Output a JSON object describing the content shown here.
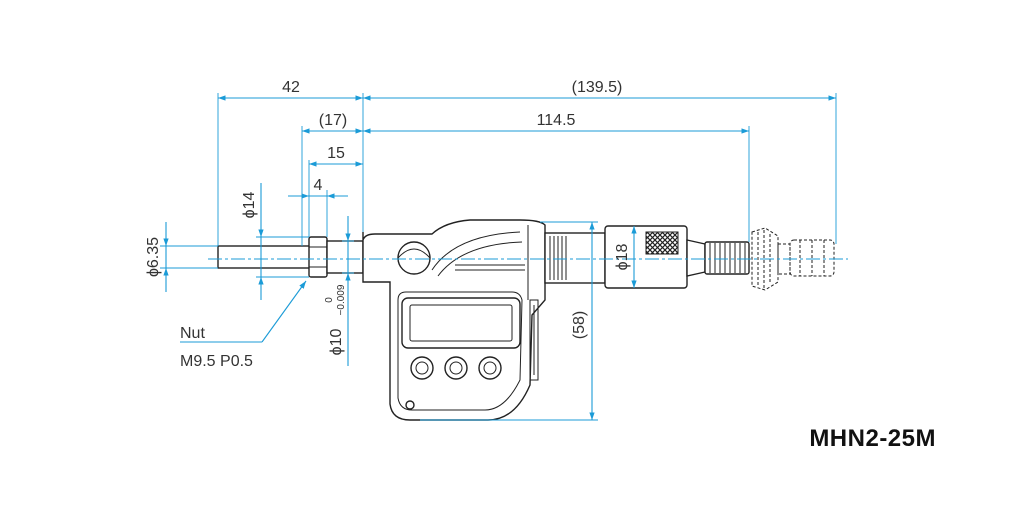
{
  "model": "MHN2-25M",
  "dimensions": {
    "d42": "42",
    "d139_5": "(139.5)",
    "d17": "(17)",
    "d114_5": "114.5",
    "d15": "15",
    "d4": "4",
    "dia14": "ϕ14",
    "dia6_35": "ϕ6.35",
    "dia18": "ϕ18",
    "d58": "(58)",
    "dia10": "ϕ10",
    "tol_upper": "0",
    "tol_lower": "−0.009"
  },
  "callout": {
    "name": "Nut",
    "spec": "M9.5 P0.5"
  },
  "colors": {
    "dimension_line": "#1b9bd7",
    "outline": "#222222"
  }
}
